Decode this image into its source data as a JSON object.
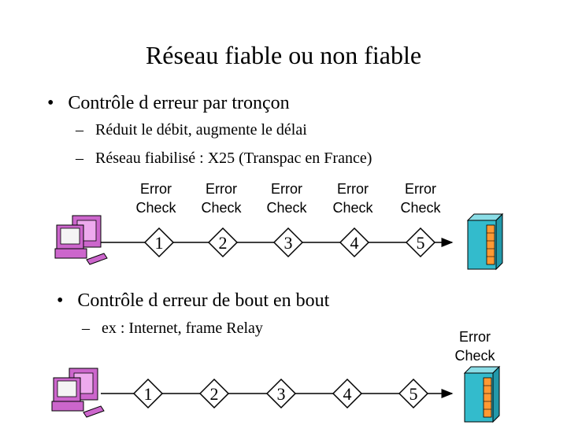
{
  "title": "Réseau fiable ou non fiable",
  "bullets": [
    {
      "text": "Contrôle d erreur par tronçon",
      "subs": [
        "Réduit le débit, augmente le délai",
        "Réseau fiabilisé : X25 (Transpac en France)"
      ]
    },
    {
      "text": "Contrôle d erreur de bout en bout",
      "subs": [
        "ex : Internet, frame Relay"
      ]
    }
  ],
  "bullet_glyph": "•",
  "dash_glyph": "–",
  "error_check": [
    "Error",
    "Check"
  ],
  "hop_nodes": [
    "1",
    "2",
    "3",
    "4",
    "5"
  ],
  "e2e_nodes": [
    "1",
    "2",
    "3",
    "4",
    "5"
  ],
  "colors": {
    "pc": "#cc66cc",
    "server": "#33bbcc",
    "server_panel": "#ff9933"
  },
  "icons": [
    "computer-icon",
    "server-icon"
  ]
}
